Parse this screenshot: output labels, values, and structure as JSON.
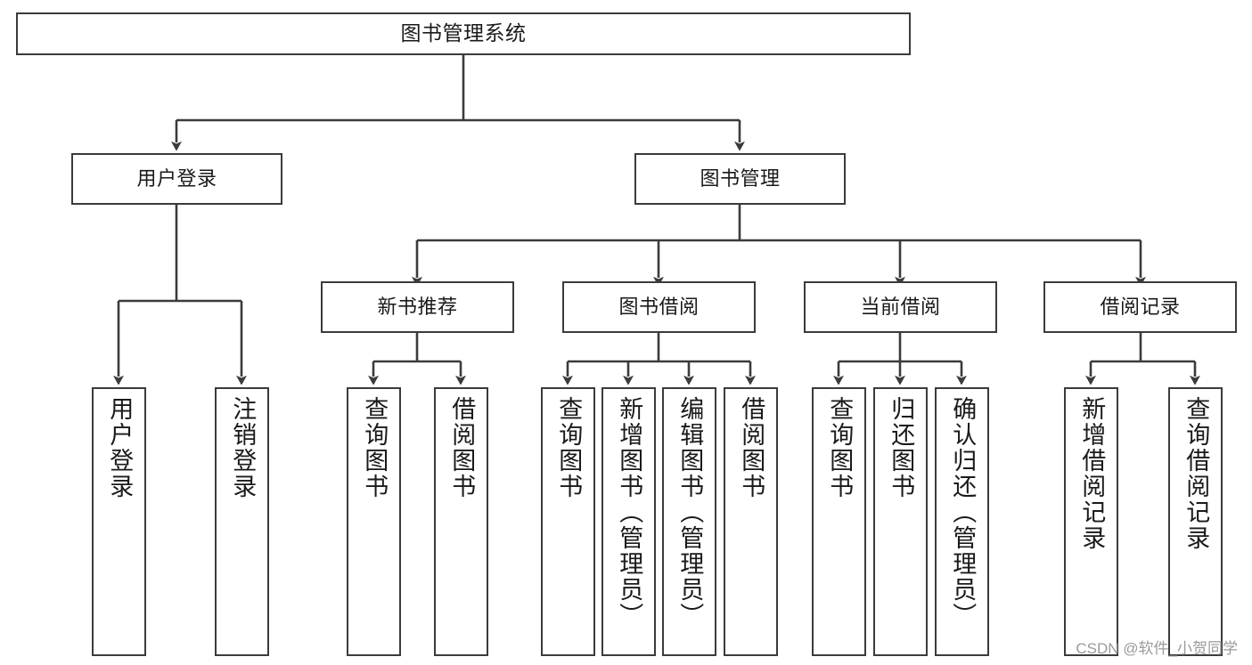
{
  "diagram": {
    "type": "tree-hierarchy-chart",
    "title_text": "图书管理系统",
    "colors": {
      "background": "#ffffff",
      "node_border": "#3b3b3b",
      "node_fill": "#ffffff",
      "connector": "#3b3b3b",
      "text": "#1a1a1a",
      "watermark": "#9a9a9a"
    },
    "root": {
      "id": "root",
      "label": "图书管理系统"
    },
    "level2": [
      {
        "id": "user-login",
        "label": "用户登录"
      },
      {
        "id": "book-management",
        "label": "图书管理"
      }
    ],
    "level3": [
      {
        "id": "new-book-recommend",
        "label": "新书推荐"
      },
      {
        "id": "book-borrow",
        "label": "图书借阅"
      },
      {
        "id": "current-borrow",
        "label": "当前借阅"
      },
      {
        "id": "borrow-record",
        "label": "借阅记录"
      }
    ],
    "leaves": {
      "user_login": [
        {
          "id": "leaf-user-login",
          "label": "用户登录"
        },
        {
          "id": "leaf-logout-login",
          "label": "注销登录"
        }
      ],
      "new_book_recommend": [
        {
          "id": "leaf-query-book-1",
          "label": "查询图书"
        },
        {
          "id": "leaf-borrow-book-1",
          "label": "借阅图书"
        }
      ],
      "book_borrow": [
        {
          "id": "leaf-query-book-2",
          "label": "查询图书"
        },
        {
          "id": "leaf-add-book-admin",
          "label": "新增图书（管理员）"
        },
        {
          "id": "leaf-edit-book-admin",
          "label": "编辑图书（管理员）"
        },
        {
          "id": "leaf-borrow-book-2",
          "label": "借阅图书"
        }
      ],
      "current_borrow": [
        {
          "id": "leaf-query-book-3",
          "label": "查询图书"
        },
        {
          "id": "leaf-return-book",
          "label": "归还图书"
        },
        {
          "id": "leaf-confirm-return-admin",
          "label": "确认归还（管理员）"
        }
      ],
      "borrow_record": [
        {
          "id": "leaf-add-borrow-record",
          "label": "新增借阅记录"
        },
        {
          "id": "leaf-query-borrow-record",
          "label": "查询借阅记录"
        }
      ]
    }
  },
  "watermark": {
    "text": "CSDN @软件_小贺同学"
  }
}
